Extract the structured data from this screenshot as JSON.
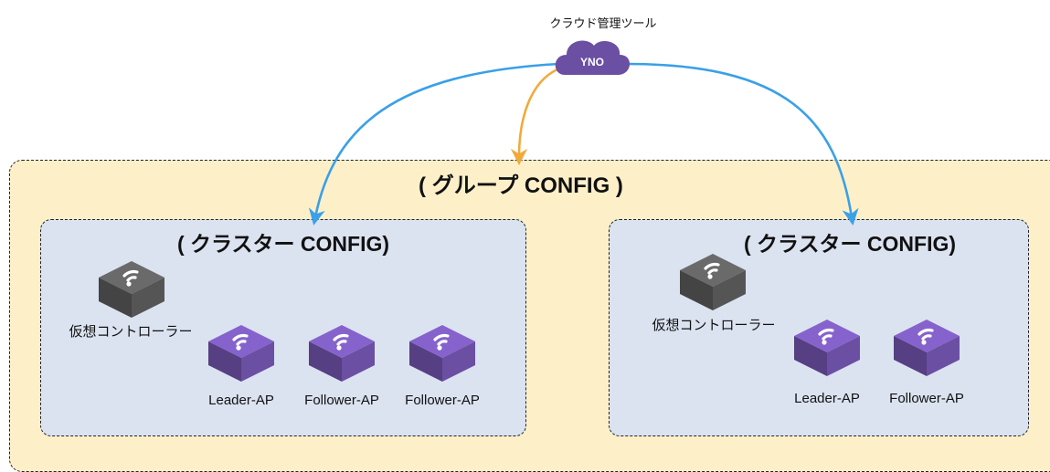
{
  "cloud": {
    "caption": "クラウド管理ツール",
    "logo_text": "YNO",
    "color": "#6b4fa3"
  },
  "group": {
    "title": "( グループ CONFIG )",
    "background": "#fdf0c9"
  },
  "clusters": [
    {
      "title": "( クラスター CONFIG)",
      "controller_label": "仮想コントローラー",
      "ap_labels": [
        "Leader-AP",
        "Follower-AP",
        "Follower-AP"
      ]
    },
    {
      "title": "( クラスター CONFIG)",
      "controller_label": "仮想コントローラー",
      "ap_labels": [
        "Leader-AP",
        "Follower-AP"
      ]
    }
  ],
  "colors": {
    "arrow_blue": "#3aa0e8",
    "arrow_orange": "#f2a93b",
    "device_gray": "#555555",
    "device_purple": "#6b4fa3",
    "cluster_bg": "#dbe3f1"
  },
  "icons": {
    "device": "wifi-box-icon",
    "cloud": "cloud-icon"
  }
}
